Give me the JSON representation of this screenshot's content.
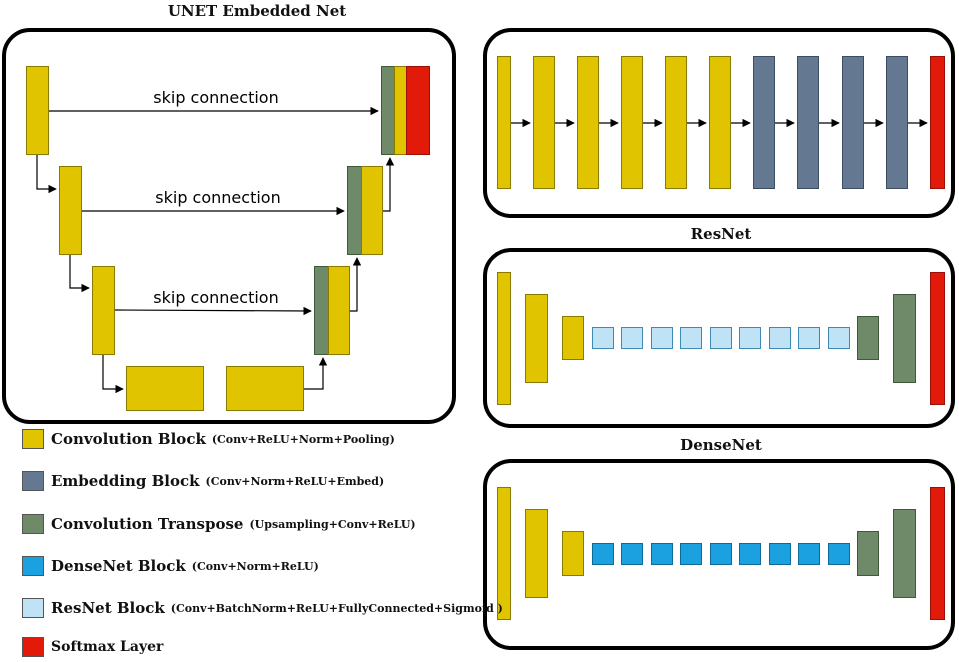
{
  "titles": {
    "unet": "UNET Embedded Net",
    "resnet": "ResNet",
    "densenet": "DenseNet"
  },
  "unet": {
    "skip_labels": [
      "skip connection",
      "skip connection",
      "skip connection"
    ]
  },
  "colors": {
    "convolution": "#e0c400",
    "embedding": "#647991",
    "transpose": "#6e8a68",
    "densenet": "#1ba1e0",
    "resnet": "#bfe3f5",
    "softmax": "#e11a0a"
  },
  "legend": [
    {
      "name": "Convolution Block",
      "desc": "(Conv+ReLU+Norm+Pooling)",
      "color_key": "convolution"
    },
    {
      "name": "Embedding Block",
      "desc": "(Conv+Norm+ReLU+Embed)",
      "color_key": "embedding"
    },
    {
      "name": "Convolution Transpose",
      "desc": "(Upsampling+Conv+ReLU)",
      "color_key": "transpose"
    },
    {
      "name": "DenseNet Block",
      "desc": "(Conv+Norm+ReLU)",
      "color_key": "densenet"
    },
    {
      "name": "ResNet Block",
      "desc": "(Conv+BatchNorm+ReLU+FullyConnected+Sigmoid )",
      "color_key": "resnet"
    },
    {
      "name": "Softmax Layer",
      "desc": "",
      "color_key": "softmax"
    }
  ]
}
